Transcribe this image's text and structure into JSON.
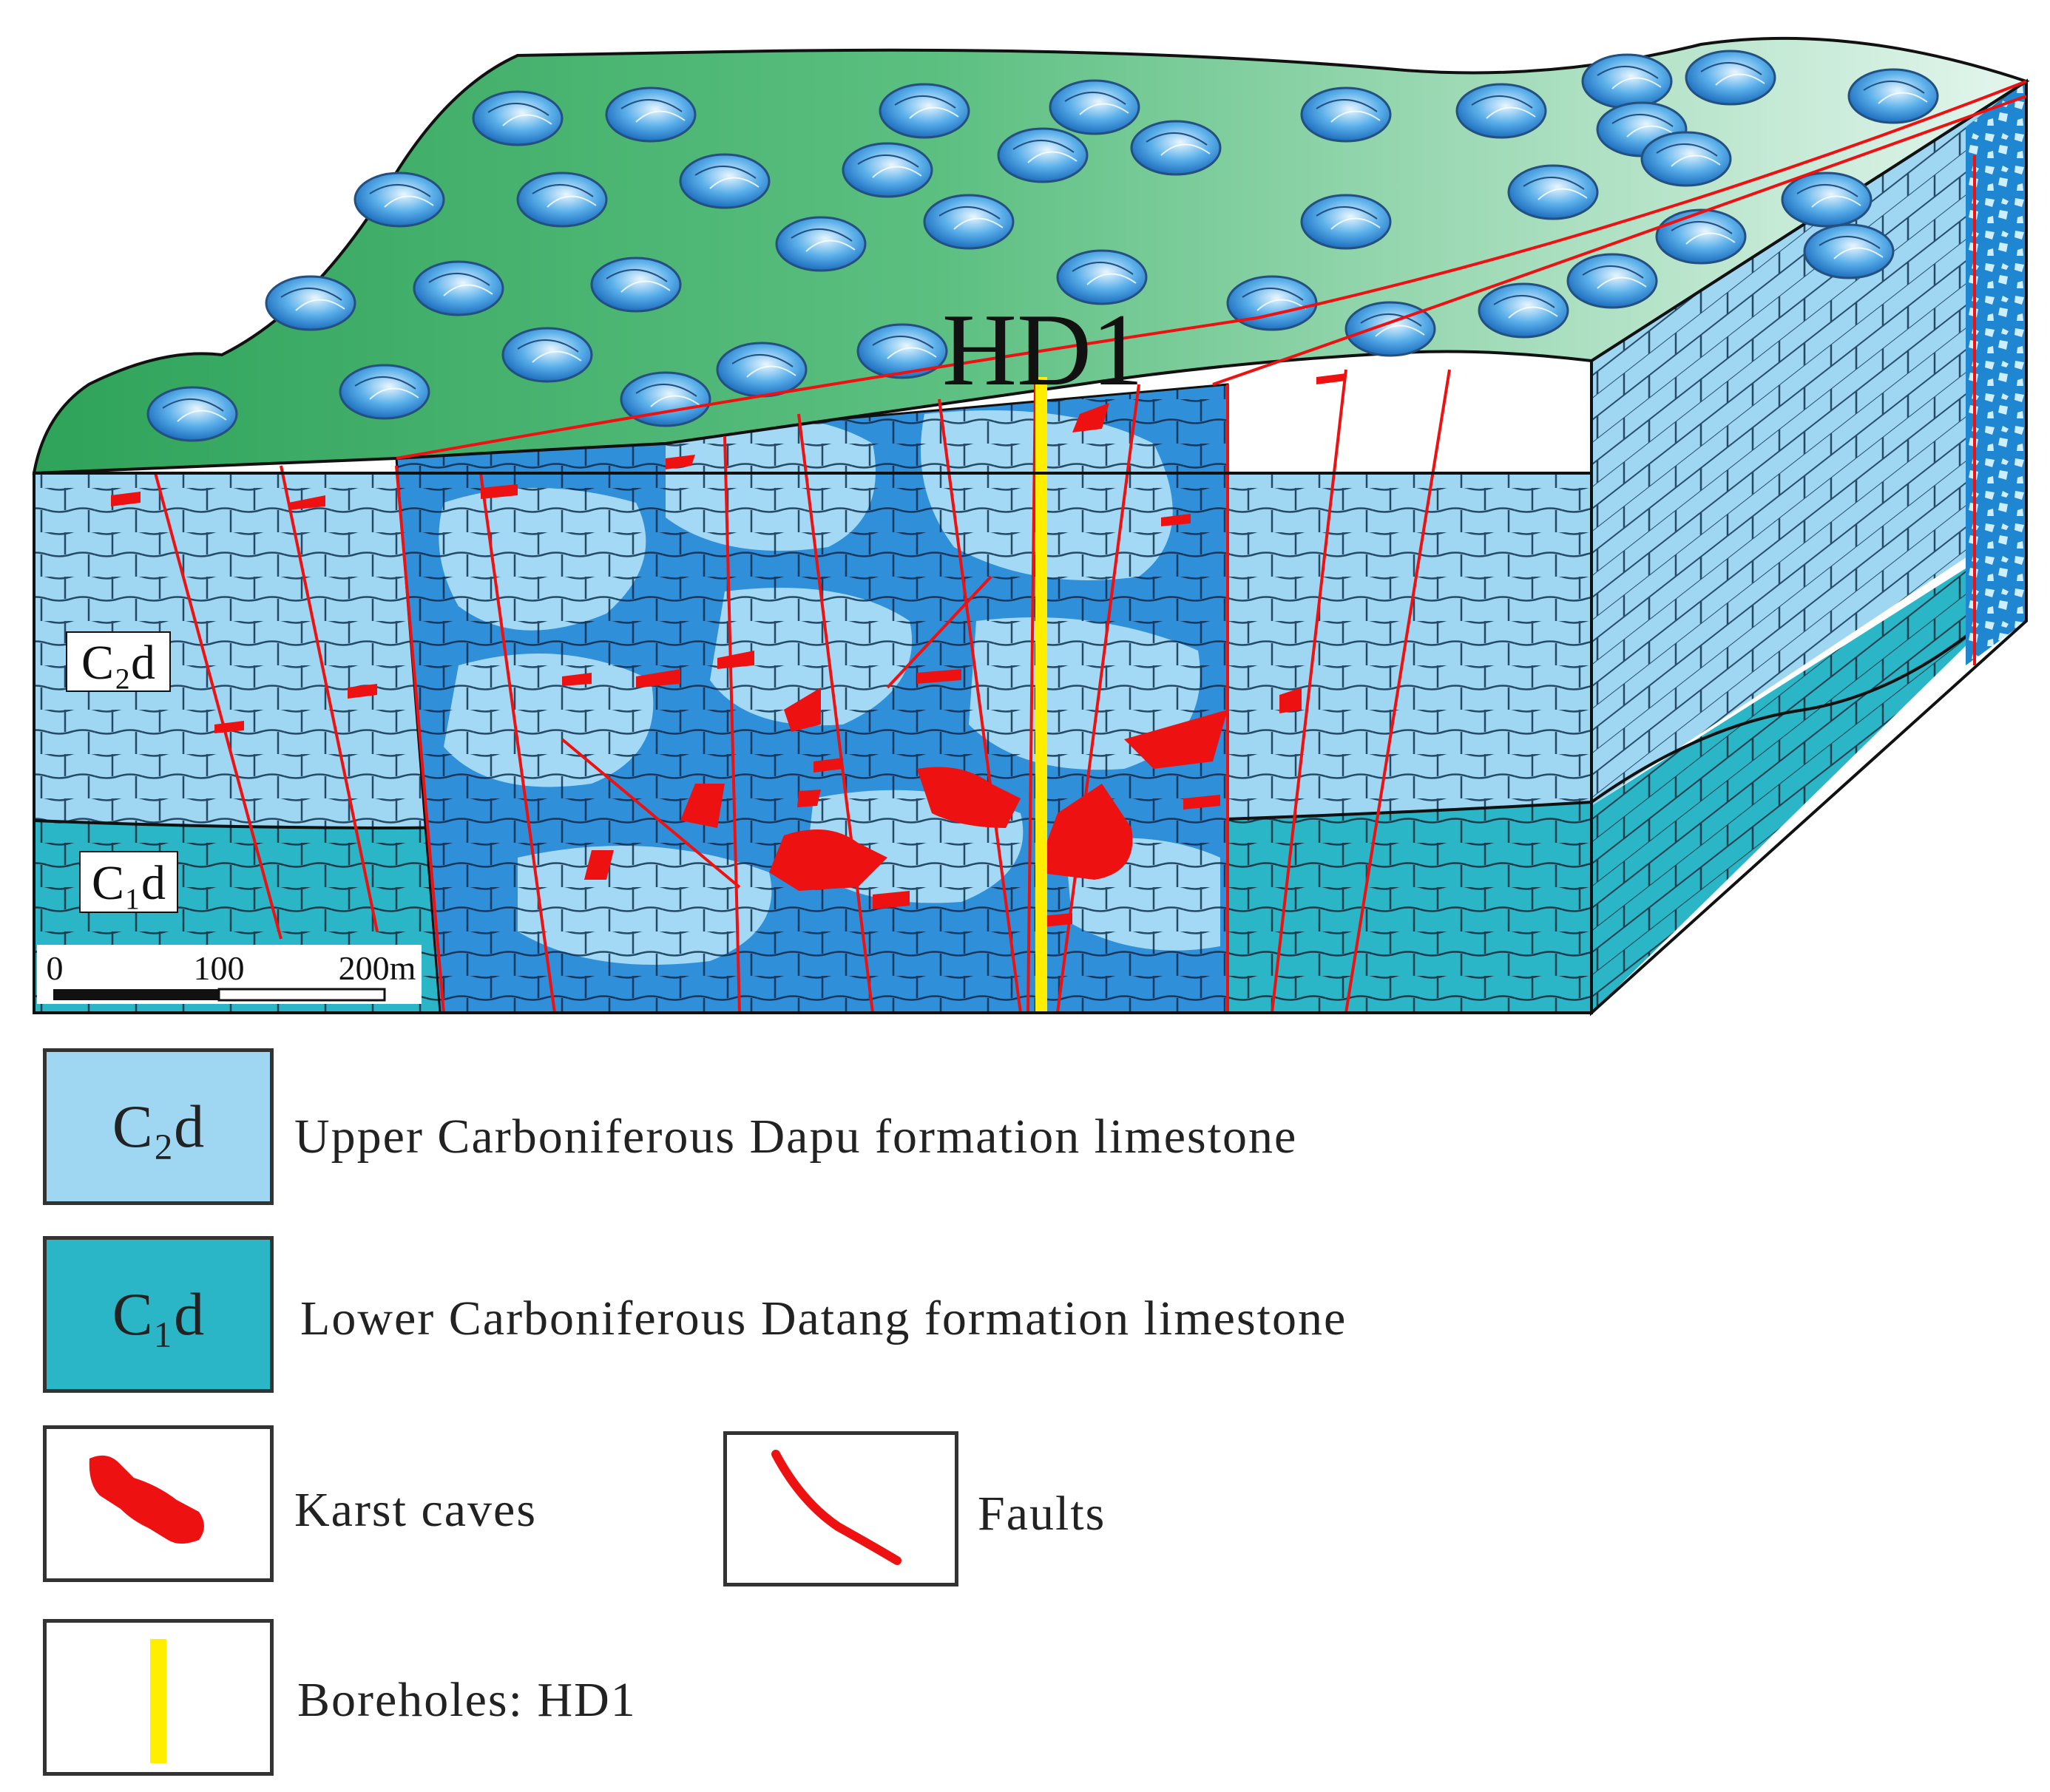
{
  "diagram": {
    "borehole_label": "HD1",
    "formation_labels": {
      "upper": "C₂d",
      "lower": "C₁d"
    },
    "scale_bar": {
      "ticks": [
        "0",
        "100",
        "200m"
      ]
    }
  },
  "legend": {
    "items": [
      {
        "id": "c2d",
        "code": "C₂d",
        "text": "Upper Carboniferous Dapu formation limestone",
        "color": "#9fd6f2"
      },
      {
        "id": "c1d",
        "code": "C₁d",
        "text": "Lower Carboniferous Datang formation limestone",
        "color": "#2ab6c6"
      },
      {
        "id": "caves",
        "code": "",
        "text": "Karst caves",
        "color": "#ee1111"
      },
      {
        "id": "faults",
        "code": "",
        "text": "Faults",
        "color": "#ee1111"
      },
      {
        "id": "boreholes",
        "code": "",
        "text": "Boreholes: HD1",
        "color": "#ffee00"
      }
    ]
  },
  "colors": {
    "surface_green": "#3fae63",
    "surface_light": "#d8f0e6",
    "upper_limestone": "#9fd6f2",
    "lower_limestone": "#2ab6c6",
    "karst_zone": "#2f8fd8",
    "fault_red": "#ee1111",
    "borehole_yellow": "#ffee00"
  }
}
